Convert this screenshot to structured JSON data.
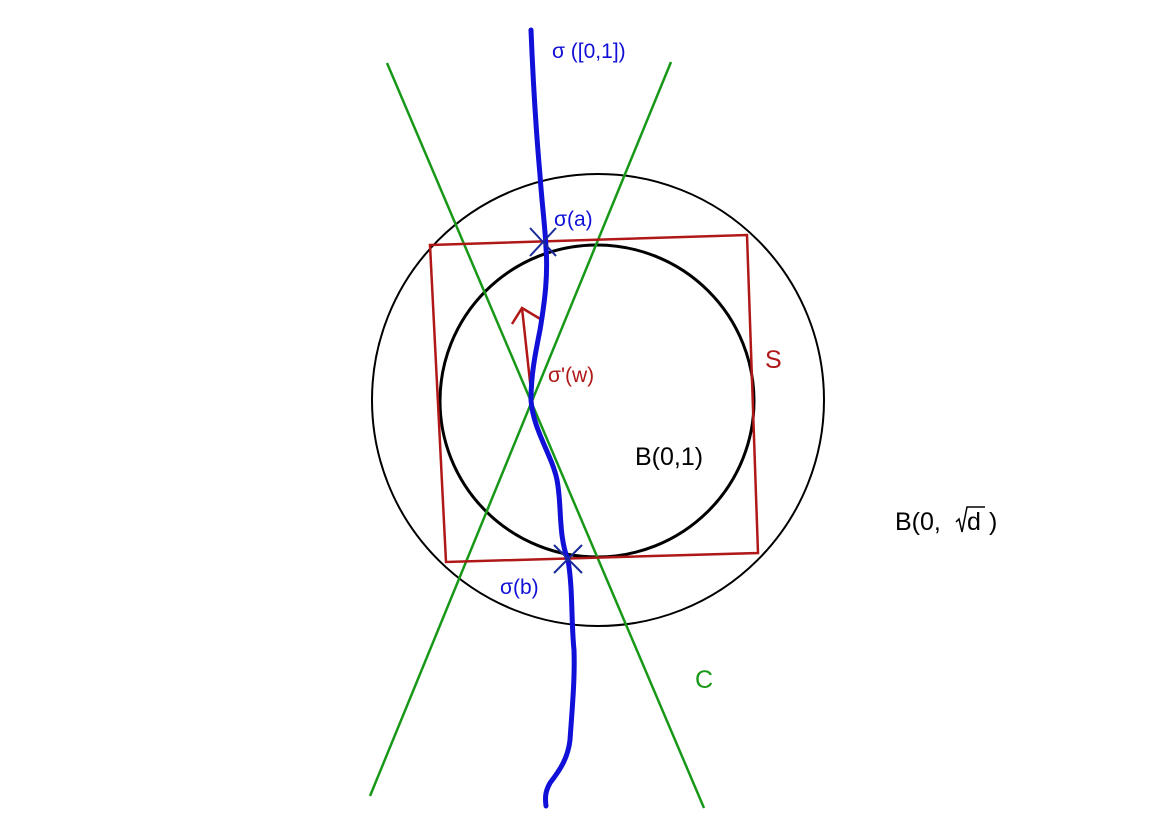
{
  "colors": {
    "background": "#ffffff",
    "curve": "#1010d8",
    "square": "#b01818",
    "cone": "#189818",
    "circle": "#000000"
  },
  "labels": {
    "curve_image": "σ ([0,1])",
    "sigma_a": "σ(a)",
    "sigma_b": "σ(b)",
    "derivative": "σ'(w)",
    "square": "S",
    "unit_ball": "B(0,1)",
    "big_ball_prefix": "B(0,",
    "big_ball_radicand": "d",
    "big_ball_suffix": " )",
    "cone": "C"
  }
}
